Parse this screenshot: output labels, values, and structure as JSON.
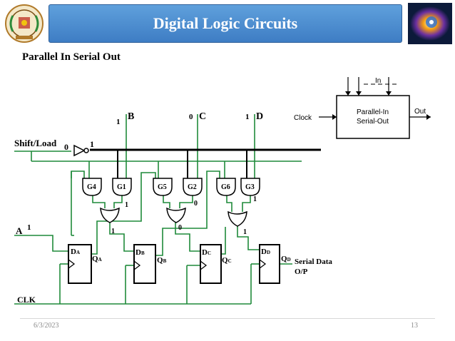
{
  "header": {
    "title": "Digital Logic Circuits"
  },
  "subtitle": "Parallel In Serial Out",
  "block": {
    "in_label": "In",
    "clock_label": "Clock",
    "out_label": "Out",
    "box_line1": "Parallel-In",
    "box_line2": "Serial-Out"
  },
  "signals": {
    "shift_load": "Shift/Load",
    "shift_load_value": "0",
    "inverter_out_value": "1",
    "a": "A",
    "a_value": "1",
    "clk": "CLK",
    "b": "B",
    "b_value": "1",
    "c": "C",
    "c_value": "0",
    "d": "D",
    "d_value": "1",
    "serial_data_line1": "Serial Data",
    "serial_data_line2": "O/P"
  },
  "gates": [
    "G4",
    "G1",
    "G5",
    "G2",
    "G6",
    "G3"
  ],
  "gate_output_values": {
    "g1": "1",
    "g2": "0",
    "g3": "1"
  },
  "or_output_values": [
    "1",
    "0",
    "1"
  ],
  "flip_flops": [
    {
      "d": "D",
      "d_sub": "A",
      "q": "Q",
      "q_sub": "A"
    },
    {
      "d": "D",
      "d_sub": "B",
      "q": "Q",
      "q_sub": "B"
    },
    {
      "d": "D",
      "d_sub": "C",
      "q": "Q",
      "q_sub": "C"
    },
    {
      "d": "D",
      "d_sub": "D",
      "q": "Q",
      "q_sub": "D"
    }
  ],
  "footer": {
    "date": "6/3/2023",
    "page": "13"
  },
  "colors": {
    "title_bar": "#4a8ad0",
    "wire_green": "#1f8a3a",
    "wire_black": "#000000"
  }
}
